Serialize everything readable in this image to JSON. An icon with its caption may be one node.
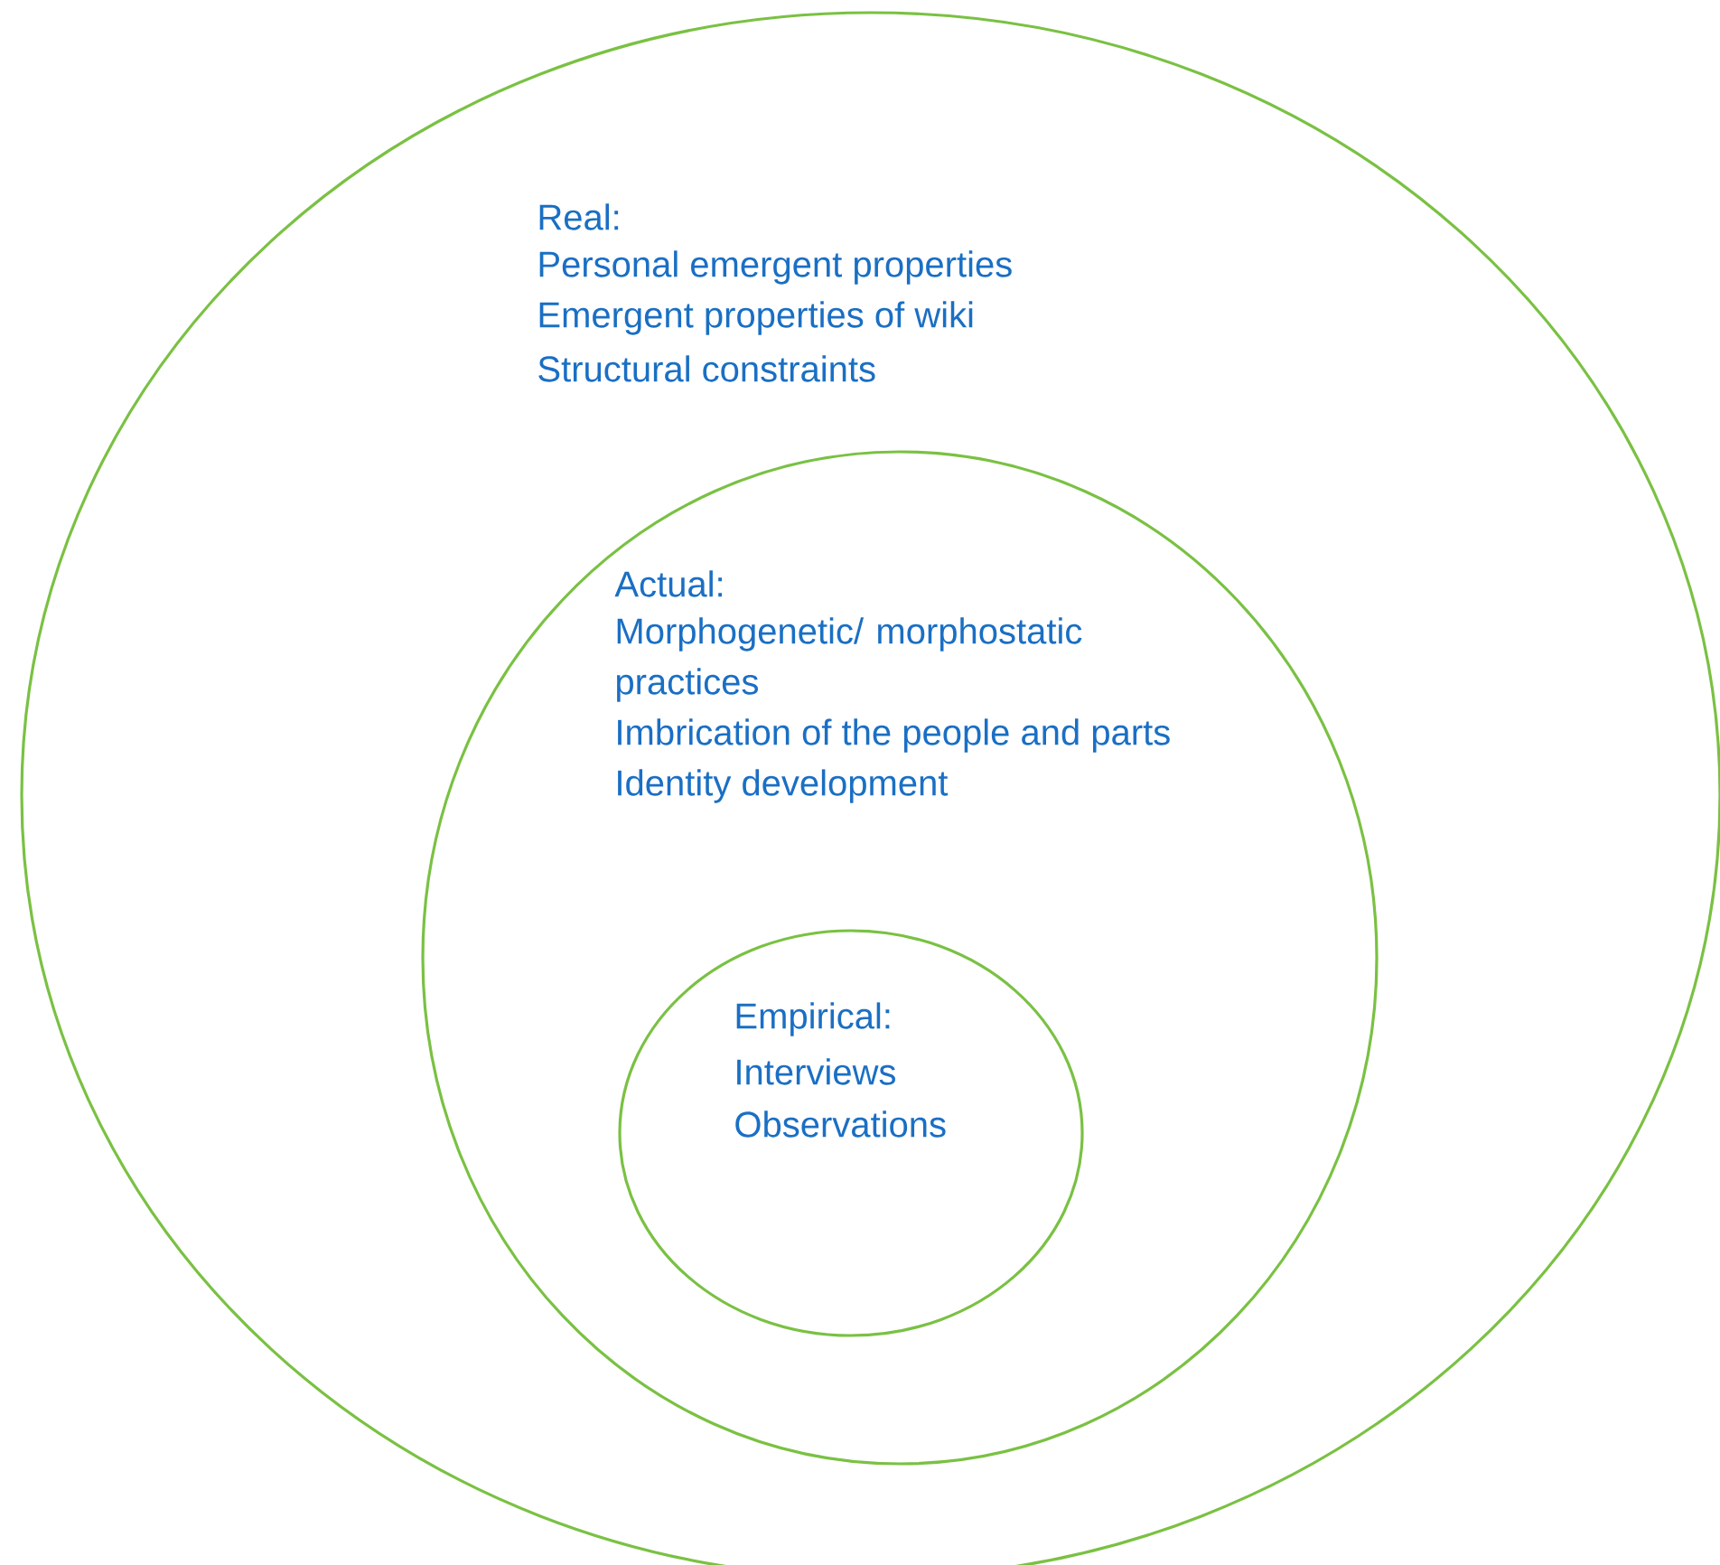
{
  "diagram": {
    "nodes": [
      {
        "text": [
          "Real:",
          "Personal emergent properties",
          "Emergent properties of wiki",
          "Structural constraints"
        ]
      },
      {
        "text": [
          "Actual:",
          "Morphogenetic/ morphostatic practices",
          "Imbrication of the people and parts",
          "Identity development"
        ],
        "in": 0
      },
      {
        "text": [
          "Empirical:",
          "Interviews",
          "Observations"
        ],
        "in": 1
      }
    ]
  }
}
